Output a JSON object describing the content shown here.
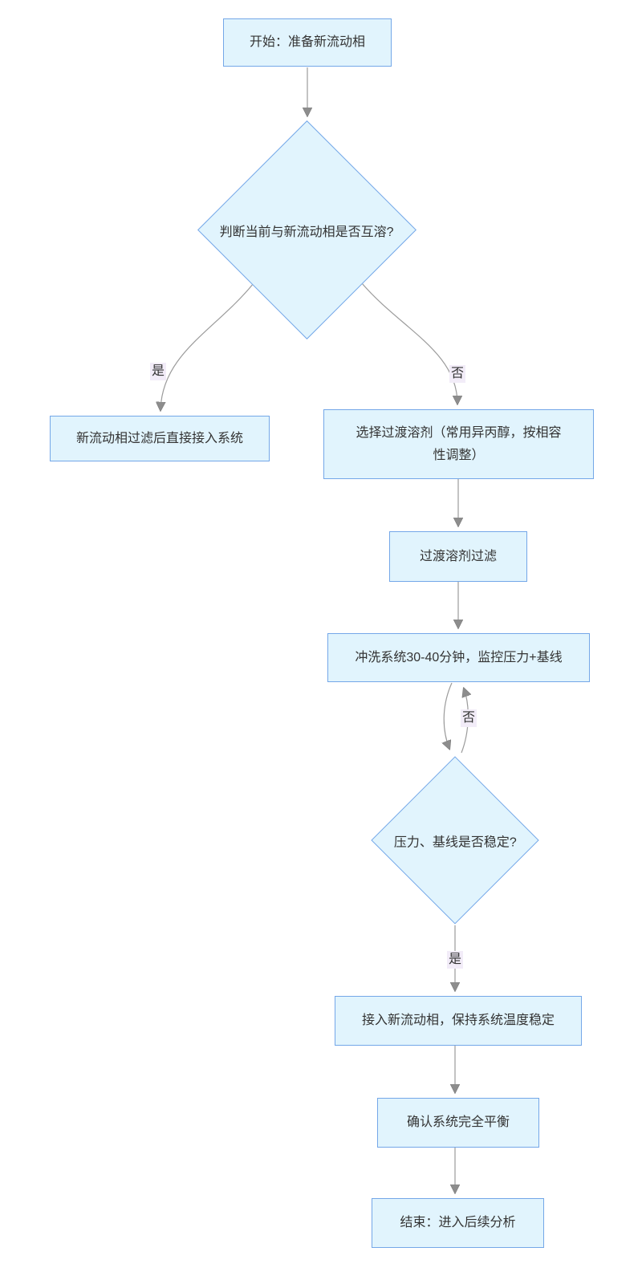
{
  "flowchart": {
    "nodes": {
      "start": {
        "label": "开始：准备新流动相",
        "type": "process"
      },
      "decision_miscible": {
        "label": "判断当前与新流动相是否互溶?",
        "type": "decision"
      },
      "direct_connect": {
        "label": "新流动相过滤后直接接入系统",
        "type": "process"
      },
      "transition_solvent": {
        "label": "选择过渡溶剂（常用异丙醇，按相容性调整）",
        "type": "process"
      },
      "filter_transition": {
        "label": "过渡溶剂过滤",
        "type": "process"
      },
      "flush_system": {
        "label": "冲洗系统30-40分钟，监控压力+基线",
        "type": "process"
      },
      "decision_stable": {
        "label": "压力、基线是否稳定?",
        "type": "decision"
      },
      "connect_new": {
        "label": "接入新流动相，保持系统温度稳定",
        "type": "process"
      },
      "confirm_equilibrium": {
        "label": "确认系统完全平衡",
        "type": "process"
      },
      "end": {
        "label": "结束：进入后续分析",
        "type": "process"
      }
    },
    "edges": [
      {
        "from": "start",
        "to": "decision_miscible",
        "label": ""
      },
      {
        "from": "decision_miscible",
        "to": "direct_connect",
        "label": "是"
      },
      {
        "from": "decision_miscible",
        "to": "transition_solvent",
        "label": "否"
      },
      {
        "from": "transition_solvent",
        "to": "filter_transition",
        "label": ""
      },
      {
        "from": "filter_transition",
        "to": "flush_system",
        "label": ""
      },
      {
        "from": "flush_system",
        "to": "decision_stable",
        "label": ""
      },
      {
        "from": "decision_stable",
        "to": "flush_system",
        "label": "否"
      },
      {
        "from": "decision_stable",
        "to": "connect_new",
        "label": "是"
      },
      {
        "from": "connect_new",
        "to": "confirm_equilibrium",
        "label": ""
      },
      {
        "from": "confirm_equilibrium",
        "to": "end",
        "label": ""
      }
    ],
    "colors": {
      "node_fill": "#e1f4fd",
      "node_border": "#74a7e8",
      "edge_line": "#999999",
      "arrowhead": "#8d8d8d",
      "edge_label_bg": "#f2ecf8",
      "text": "#333333",
      "background": "#ffffff"
    }
  }
}
